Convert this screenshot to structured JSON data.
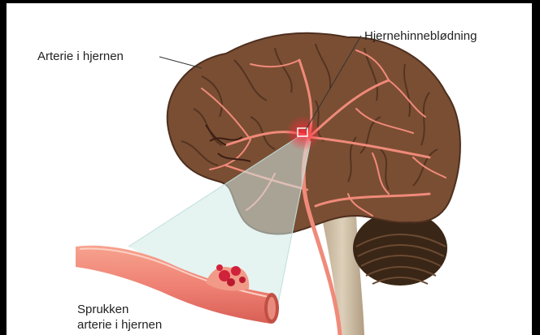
{
  "labels": {
    "artery": "Arterie i hjernen",
    "hemorrhage": "Hjernehinneblødning",
    "ruptured_line1": "Sprukken",
    "ruptured_line2": "arterie i hjernen"
  },
  "colors": {
    "brain": "#7a4e33",
    "brain_dark": "#5a3522",
    "artery": "#f08a7a",
    "bleed": "#e3243b",
    "magnifier": "#cfe9e6",
    "cerebellum": "#3a2616",
    "brainstem": "#c9b79c"
  }
}
